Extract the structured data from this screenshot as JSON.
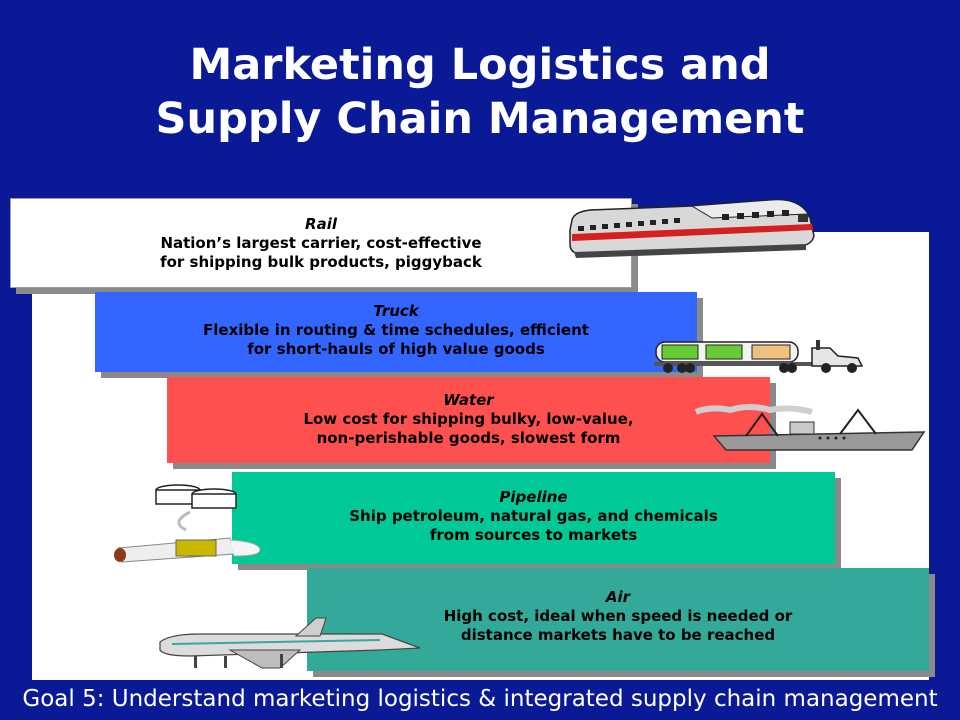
{
  "title": {
    "line1": "Marketing Logistics and",
    "line2": "Supply Chain Management"
  },
  "modes": {
    "rail": {
      "name": "Rail",
      "line1": "Nation’s largest carrier, cost-effective",
      "line2": "for shipping bulk products, piggyback",
      "icon": "train-icon",
      "color": "#ffffff"
    },
    "truck": {
      "name": "Truck",
      "line1": "Flexible in routing & time schedules, efficient",
      "line2": "for short-hauls of high value goods",
      "icon": "truck-icon",
      "color": "#3366ff"
    },
    "water": {
      "name": "Water",
      "line1": "Low cost for shipping bulky, low-value,",
      "line2": "non-perishable goods, slowest form",
      "icon": "ship-icon",
      "color": "#ff5050"
    },
    "pipeline": {
      "name": "Pipeline",
      "line1": "Ship petroleum, natural gas, and chemicals",
      "line2": "from sources to markets",
      "icon": "pipeline-icon",
      "color": "#00c896"
    },
    "air": {
      "name": "Air",
      "line1": "High cost, ideal when speed is needed or",
      "line2": "distance markets have to be reached",
      "icon": "airplane-icon",
      "color": "#33aa99"
    }
  },
  "footer": {
    "text": "Goal 5:  Understand marketing logistics & integrated supply chain management"
  },
  "colors": {
    "background": "#0a1a96",
    "title_text": "#ffffff"
  }
}
